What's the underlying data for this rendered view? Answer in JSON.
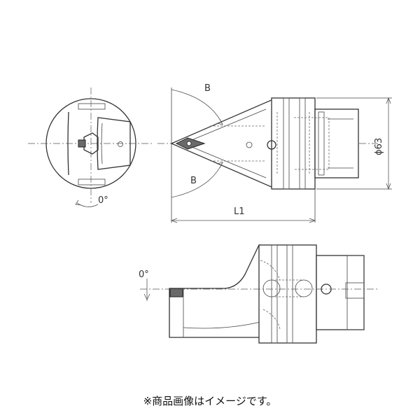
{
  "labels": {
    "angle_top": "B",
    "angle_bottom": "B",
    "diameter": "ϕ63",
    "length": "L1",
    "angle_front": "0°",
    "angle_side": "0°"
  },
  "note": "※商品画像はイメージです。",
  "colors": {
    "line": "#333333",
    "insert": "#6a6a6a",
    "background": "#ffffff"
  }
}
